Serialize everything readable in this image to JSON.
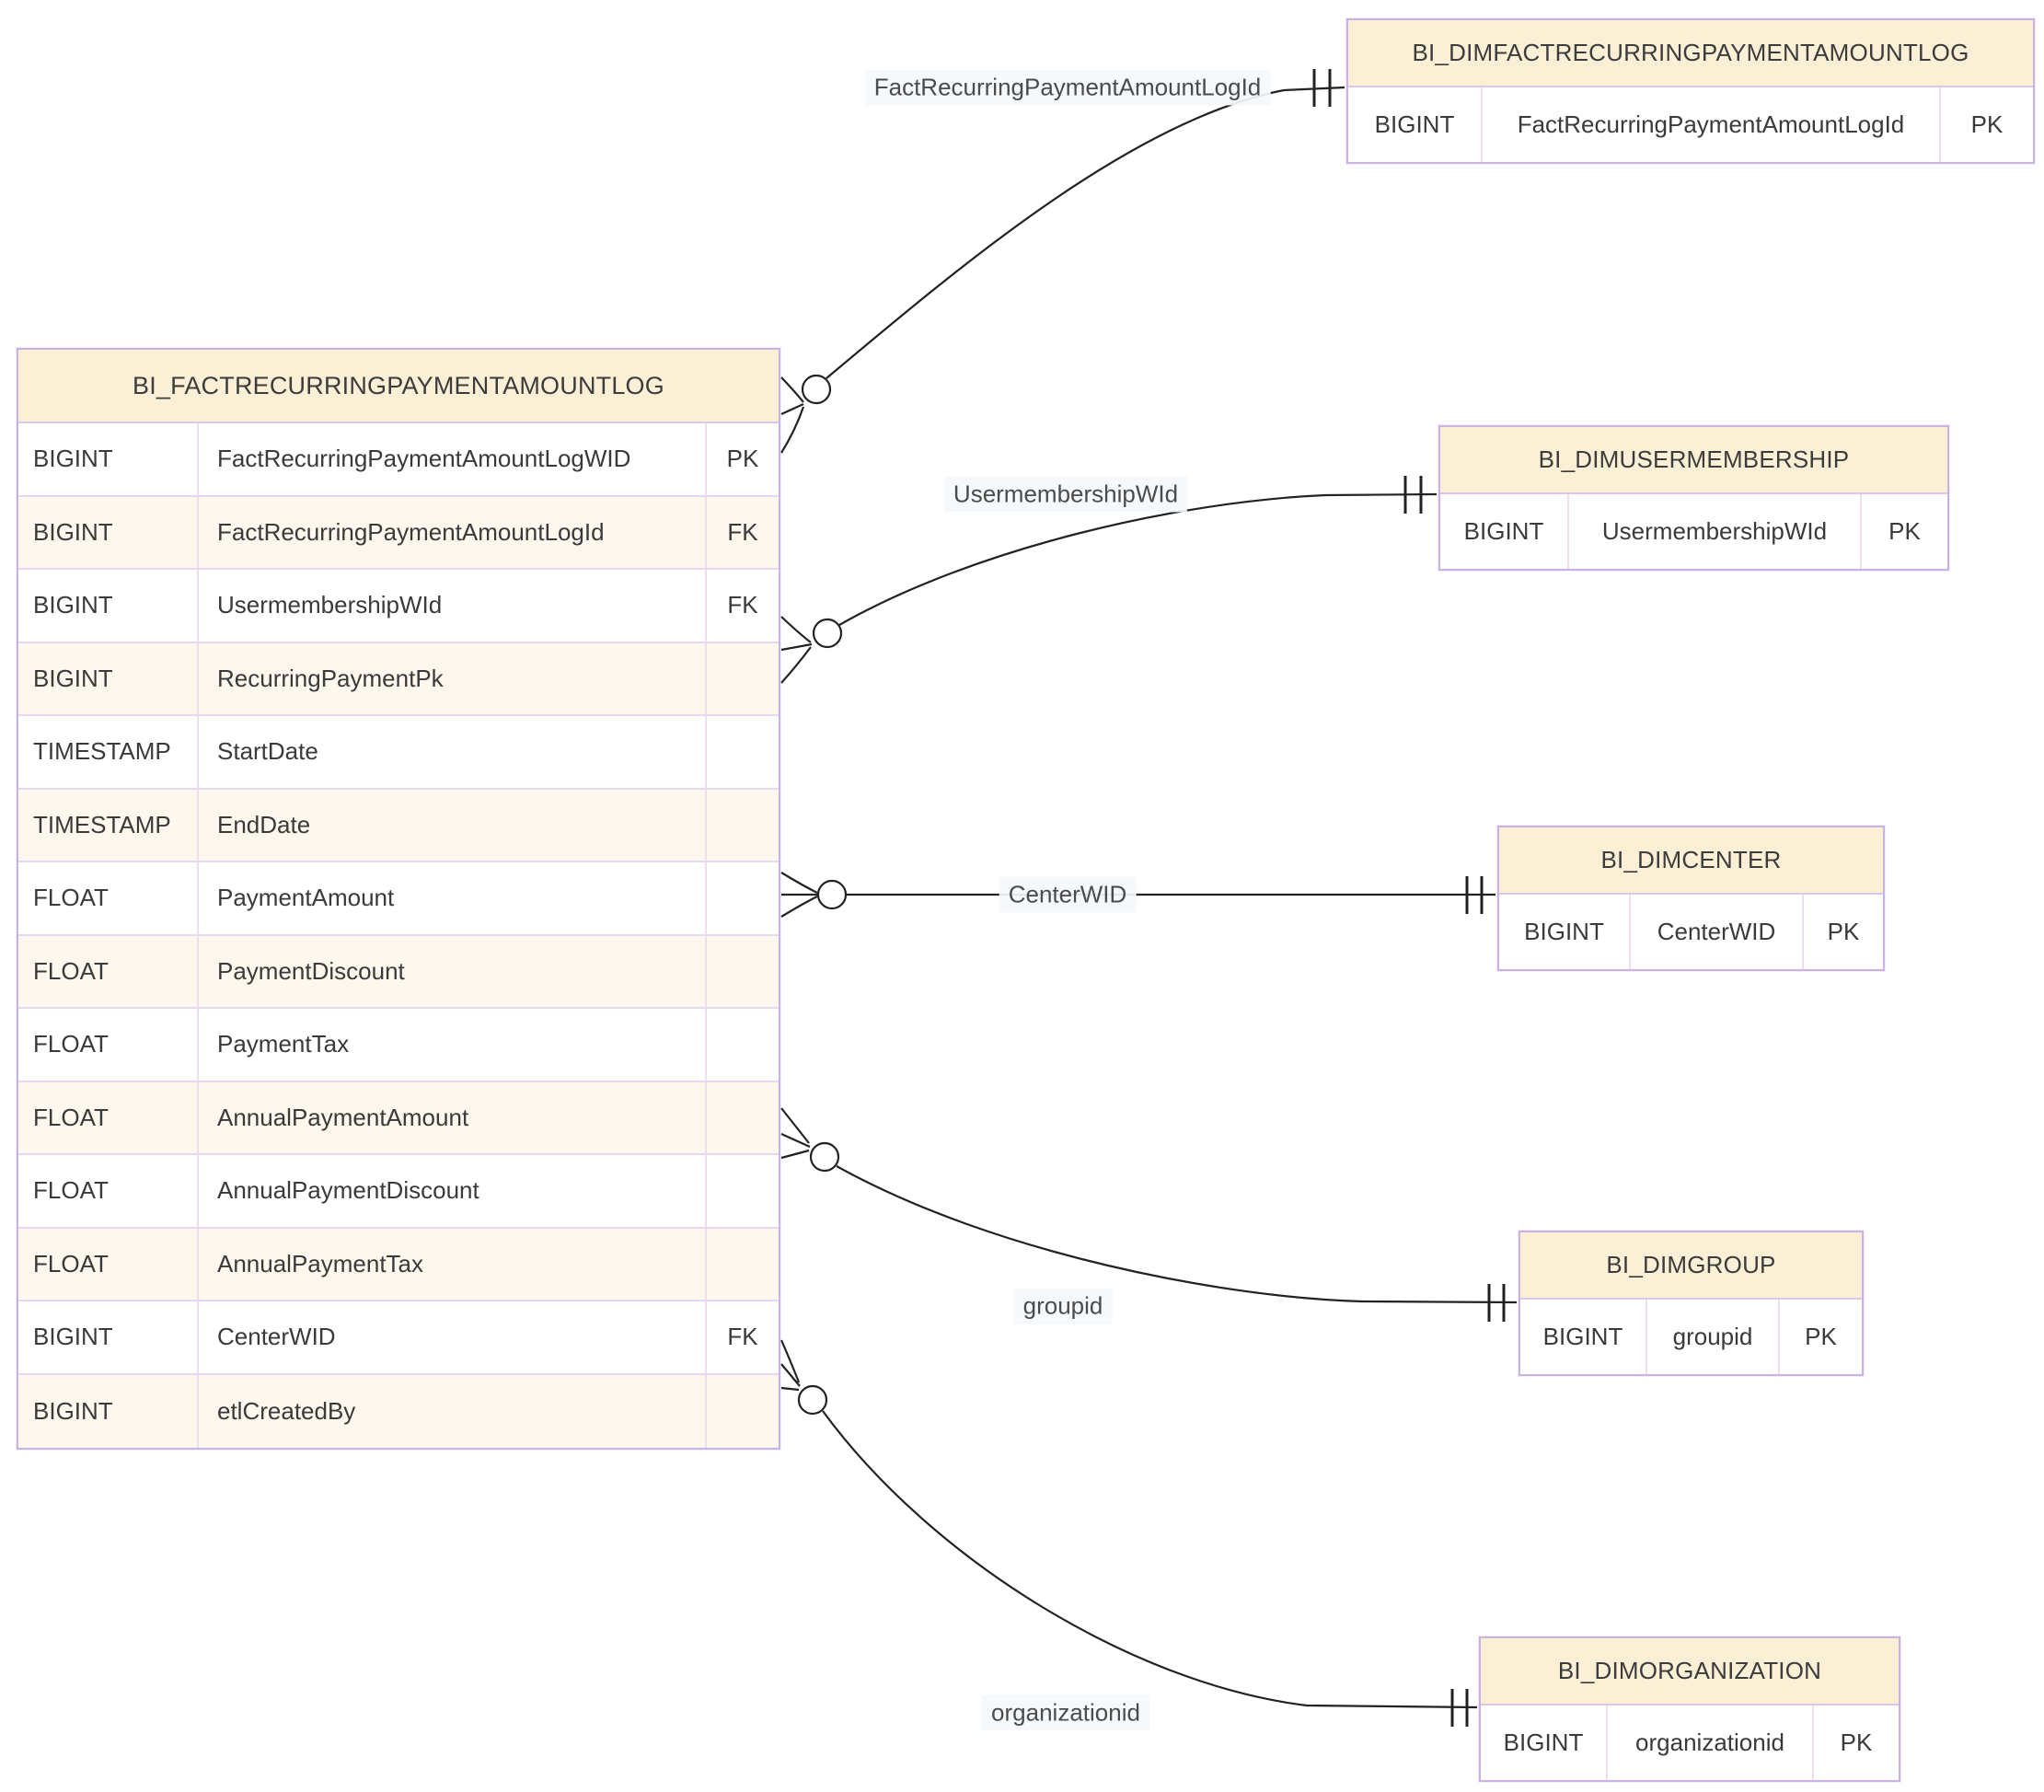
{
  "diagram": {
    "type": "entity-relationship",
    "colors": {
      "table_header_fill": "#fbf0d6",
      "table_border": "#c9b3e3",
      "row_alt_fill": "#fdf7ed",
      "wire": "#222222",
      "label_bg": "#f5f8fc",
      "text": "#3a3a3a"
    },
    "tables": {
      "fact": {
        "title": "BI_FACTRECURRINGPAYMENTAMOUNTLOG",
        "rows": [
          {
            "type": "BIGINT",
            "name": "FactRecurringPaymentAmountLogWID",
            "key": "PK"
          },
          {
            "type": "BIGINT",
            "name": "FactRecurringPaymentAmountLogId",
            "key": "FK"
          },
          {
            "type": "BIGINT",
            "name": "UsermembershipWId",
            "key": "FK"
          },
          {
            "type": "BIGINT",
            "name": "RecurringPaymentPk",
            "key": ""
          },
          {
            "type": "TIMESTAMP",
            "name": "StartDate",
            "key": ""
          },
          {
            "type": "TIMESTAMP",
            "name": "EndDate",
            "key": ""
          },
          {
            "type": "FLOAT",
            "name": "PaymentAmount",
            "key": ""
          },
          {
            "type": "FLOAT",
            "name": "PaymentDiscount",
            "key": ""
          },
          {
            "type": "FLOAT",
            "name": "PaymentTax",
            "key": ""
          },
          {
            "type": "FLOAT",
            "name": "AnnualPaymentAmount",
            "key": ""
          },
          {
            "type": "FLOAT",
            "name": "AnnualPaymentDiscount",
            "key": ""
          },
          {
            "type": "FLOAT",
            "name": "AnnualPaymentTax",
            "key": ""
          },
          {
            "type": "BIGINT",
            "name": "CenterWID",
            "key": "FK"
          },
          {
            "type": "BIGINT",
            "name": "etlCreatedBy",
            "key": ""
          }
        ]
      },
      "dim_fact": {
        "title": "BI_DIMFACTRECURRINGPAYMENTAMOUNTLOG",
        "rows": [
          {
            "type": "BIGINT",
            "name": "FactRecurringPaymentAmountLogId",
            "key": "PK"
          }
        ]
      },
      "dim_user": {
        "title": "BI_DIMUSERMEMBERSHIP",
        "rows": [
          {
            "type": "BIGINT",
            "name": "UsermembershipWId",
            "key": "PK"
          }
        ]
      },
      "dim_center": {
        "title": "BI_DIMCENTER",
        "rows": [
          {
            "type": "BIGINT",
            "name": "CenterWID",
            "key": "PK"
          }
        ]
      },
      "dim_group": {
        "title": "BI_DIMGROUP",
        "rows": [
          {
            "type": "BIGINT",
            "name": "groupid",
            "key": "PK"
          }
        ]
      },
      "dim_org": {
        "title": "BI_DIMORGANIZATION",
        "rows": [
          {
            "type": "BIGINT",
            "name": "organizationid",
            "key": "PK"
          }
        ]
      }
    },
    "relationships": [
      {
        "label": "FactRecurringPaymentAmountLogId",
        "from": "BI_FACTRECURRINGPAYMENTAMOUNTLOG",
        "to": "BI_DIMFACTRECURRINGPAYMENTAMOUNTLOG",
        "from_end": "zero-or-many",
        "to_end": "exactly-one"
      },
      {
        "label": "UsermembershipWId",
        "from": "BI_FACTRECURRINGPAYMENTAMOUNTLOG",
        "to": "BI_DIMUSERMEMBERSHIP",
        "from_end": "zero-or-many",
        "to_end": "exactly-one"
      },
      {
        "label": "CenterWID",
        "from": "BI_FACTRECURRINGPAYMENTAMOUNTLOG",
        "to": "BI_DIMCENTER",
        "from_end": "zero-or-many",
        "to_end": "exactly-one"
      },
      {
        "label": "groupid",
        "from": "BI_FACTRECURRINGPAYMENTAMOUNTLOG",
        "to": "BI_DIMGROUP",
        "from_end": "zero-or-many",
        "to_end": "exactly-one"
      },
      {
        "label": "organizationid",
        "from": "BI_FACTRECURRINGPAYMENTAMOUNTLOG",
        "to": "BI_DIMORGANIZATION",
        "from_end": "zero-or-many",
        "to_end": "exactly-one"
      }
    ]
  }
}
